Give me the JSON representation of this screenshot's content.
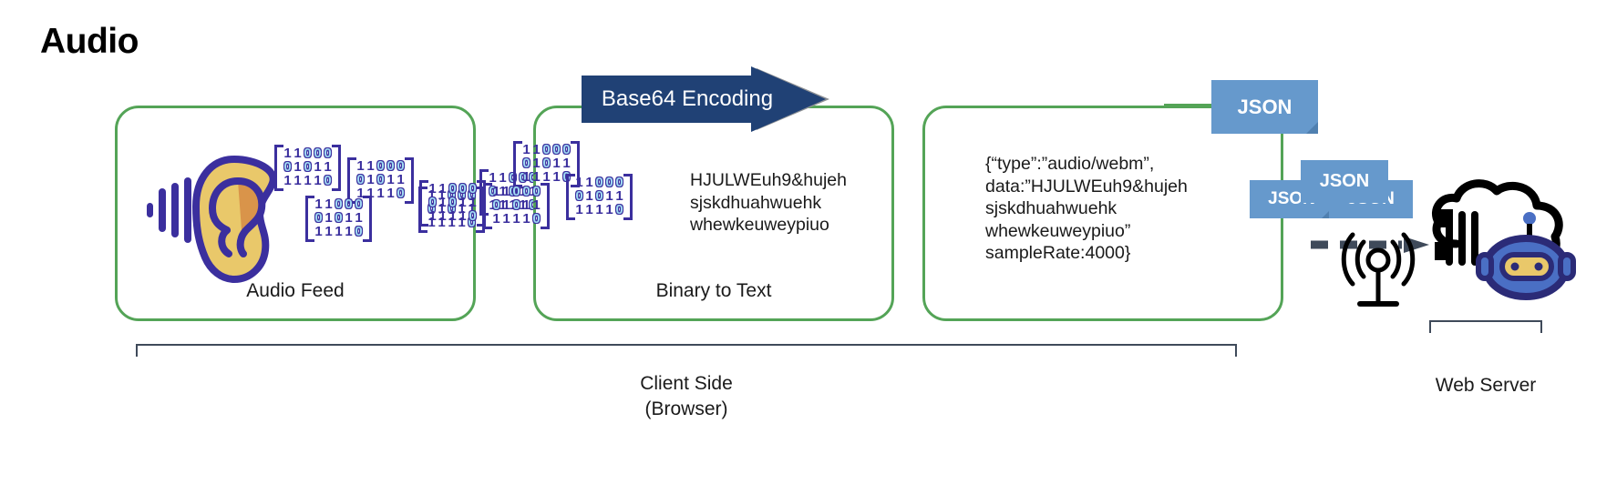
{
  "title": "Audio",
  "colors": {
    "panel_border": "#54a457",
    "binary_dark": "#3b2f9e",
    "binary_light": "#9fd8f2",
    "arrow_fill": "#204175",
    "json_tag": "#6699cc",
    "bracket": "#3f4a5a",
    "ear_fill": "#e9c86a",
    "ear_inner": "#d9944a"
  },
  "panels": [
    {
      "id": "audio-feed",
      "label": "Audio Feed"
    },
    {
      "id": "binary-to-text",
      "label": "Binary to Text"
    },
    {
      "id": "json-payload",
      "label": ""
    }
  ],
  "arrow": {
    "label": "Base64 Encoding"
  },
  "binary_matrix": {
    "rows": [
      "11000",
      "01011",
      "11110"
    ],
    "highlight": [
      [
        false,
        false,
        true,
        true,
        true
      ],
      [
        true,
        false,
        true,
        false,
        false
      ],
      [
        false,
        false,
        false,
        false,
        true
      ]
    ]
  },
  "base64_text": "HJULWEuh9&hujeh\nsjskdhuahwuehk\nwhewkeuweypiuo",
  "json_text": "{“type”:”audio/webm”,\ndata:”HJULWEuh9&hujeh\nsjskdhuahwuehk\nwhewkeuweypiuo”\nsampleRate:4000}",
  "json_tags": {
    "main": "JSON",
    "a": "JSON",
    "b": "JSON",
    "c": "JSON"
  },
  "captions": {
    "client": "Client Side\n(Browser)",
    "server": "Web Server"
  },
  "icons": {
    "ear": "ear-icon",
    "soundwave": "soundwave-icon",
    "tower": "broadcast-tower-icon",
    "server": "cloud-server-robot-icon",
    "dashed_arrow": "dashed-arrow-icon"
  }
}
